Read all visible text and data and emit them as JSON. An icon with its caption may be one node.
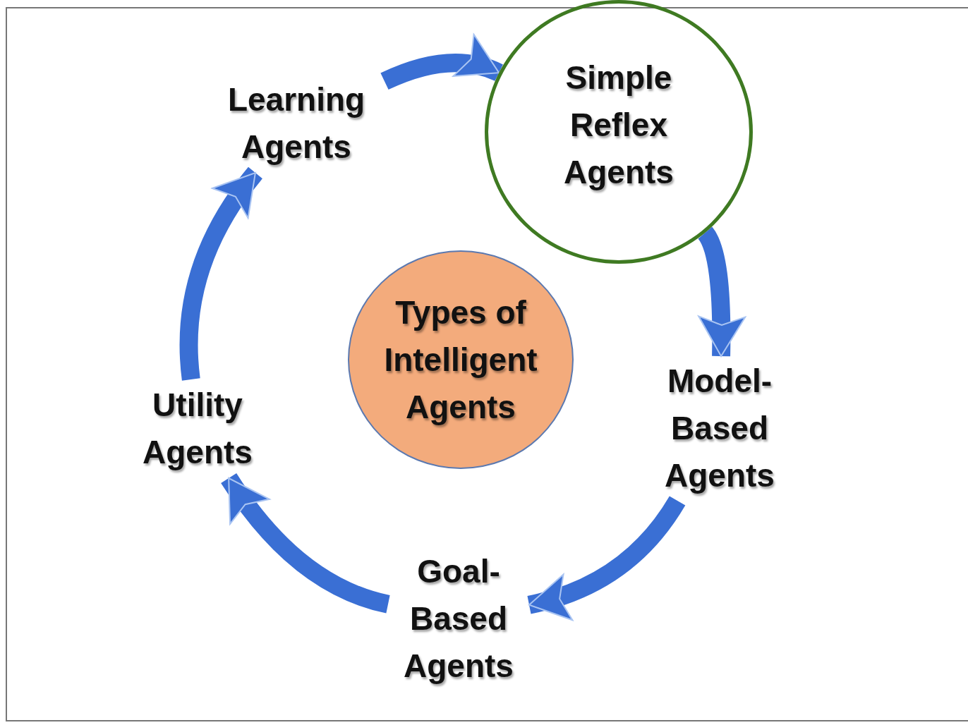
{
  "diagram": {
    "nodes": [
      {
        "text": [
          "Types of Intelligent Agents"
        ]
      },
      {
        "text": [
          "Simple Reflex Agents"
        ]
      },
      {
        "text": [
          "Model-Based Agents"
        ]
      },
      {
        "text": [
          "Goal-Based Agents"
        ]
      },
      {
        "text": [
          "Utility Agents"
        ]
      },
      {
        "text": [
          "Learning Agents"
        ]
      }
    ],
    "edges": [
      {
        "from": 5,
        "to": 1,
        "arrow": "to"
      },
      {
        "from": 1,
        "to": 2,
        "arrow": "to"
      },
      {
        "from": 2,
        "to": 3,
        "arrow": "to"
      },
      {
        "from": 3,
        "to": 4,
        "arrow": "to"
      },
      {
        "from": 4,
        "to": 5,
        "arrow": "to"
      }
    ]
  }
}
